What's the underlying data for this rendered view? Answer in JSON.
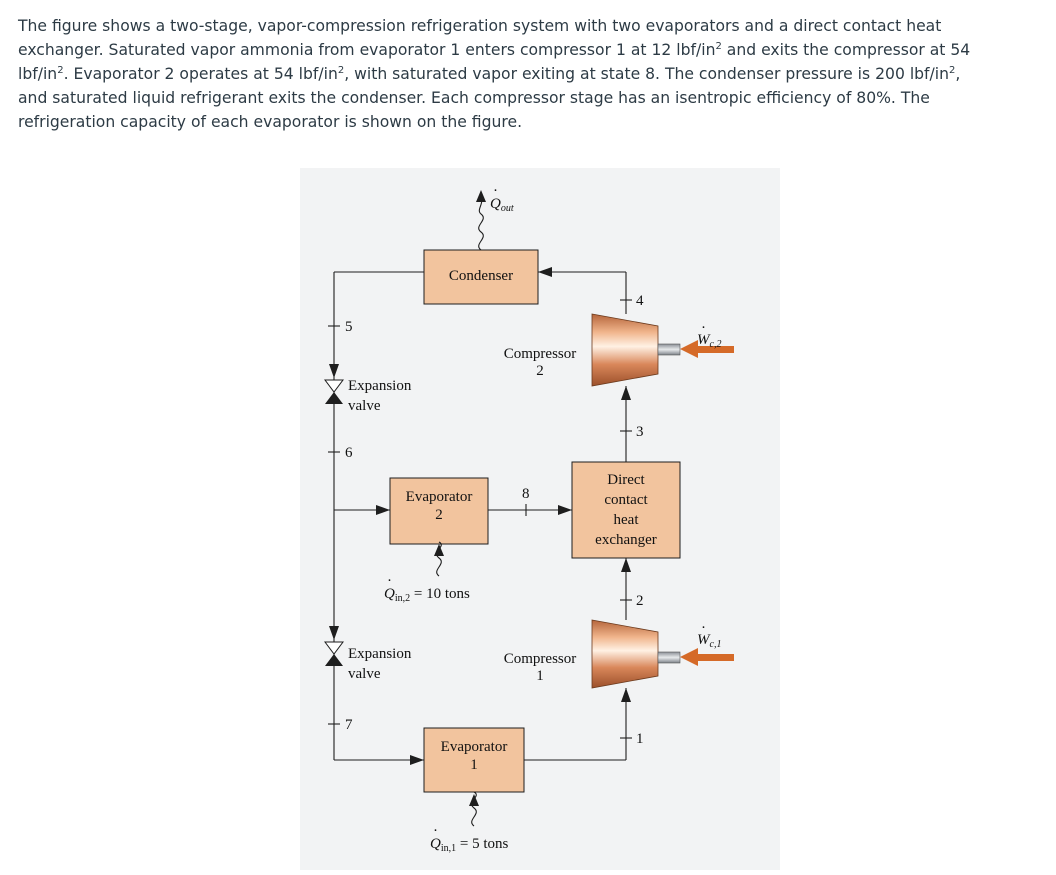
{
  "problem": {
    "line1": "The figure shows a two-stage, vapor-compression refrigeration system with two evaporators and a direct contact heat",
    "line2a": "exchanger. Saturated vapor ammonia from evaporator 1 enters compressor 1 at 12 lbf/in",
    "line2b": " and exits the compressor at 54",
    "line3a": "lbf/in",
    "line3b": ". Evaporator 2 operates at 54 lbf/in",
    "line3c": ", with saturated vapor exiting at state 8. The condenser pressure is 200 lbf/in",
    "line3d": ",",
    "line4": "and saturated liquid refrigerant exits the condenser. Each compressor stage has an isentropic efficiency of 80%. The",
    "line5": "refrigeration capacity of each evaporator is shown on the figure.",
    "sup": "2"
  },
  "diagram": {
    "condenser": "Condenser",
    "q_out_main": "Q",
    "q_out_sub": "out",
    "compressor2_line1": "Compressor",
    "compressor2_line2": "2",
    "compressor1_line1": "Compressor",
    "compressor1_line2": "1",
    "w_c2_main": "W",
    "w_c2_sub": "c,2",
    "w_c1_main": "W",
    "w_c1_sub": "c,1",
    "expansion_valve_top_1": "Expansion",
    "expansion_valve_top_2": "valve",
    "expansion_valve_bottom_1": "Expansion",
    "expansion_valve_bottom_2": "valve",
    "evaporator2_line1": "Evaporator",
    "evaporator2_line2": "2",
    "evaporator1_line1": "Evaporator",
    "evaporator1_line2": "1",
    "q_in2_main": "Q",
    "q_in2_sub": "in,2",
    "q_in2_value": " = 10 tons",
    "q_in1_main": "Q",
    "q_in1_sub": "in,1",
    "q_in1_value": " = 5 tons",
    "hx_line1": "Direct",
    "hx_line2": "contact",
    "hx_line3": "heat",
    "hx_line4": "exchanger",
    "states": [
      "1",
      "2",
      "3",
      "4",
      "5",
      "6",
      "7",
      "8"
    ]
  },
  "colors": {
    "component_fill": "#f2c49e",
    "work_arrow": "#d56a28",
    "compressor_body": "#c8794a",
    "text": "#2d3b45"
  }
}
